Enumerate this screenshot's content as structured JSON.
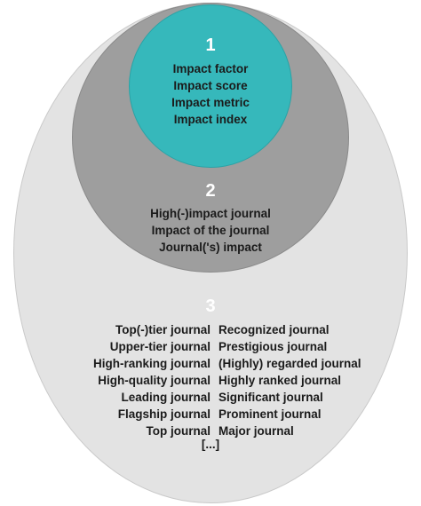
{
  "colors": {
    "outer_fill": "#e3e3e3",
    "middle_fill": "#9e9e9e",
    "inner_fill": "#36b8bb",
    "number_text": "#ffffff",
    "body_text": "#1b1b1b"
  },
  "levels": [
    {
      "number": "1",
      "terms": [
        "Impact factor",
        "Impact score",
        "Impact metric",
        "Impact index"
      ]
    },
    {
      "number": "2",
      "terms": [
        "High(-)impact journal",
        "Impact of the journal",
        "Journal('s) impact"
      ]
    },
    {
      "number": "3",
      "terms_left": [
        "Top(-)tier journal",
        "Upper-tier journal",
        "High-ranking journal",
        "High-quality journal",
        "Leading journal",
        "Flagship journal",
        "Top journal"
      ],
      "terms_right": [
        "Recognized journal",
        "Prestigious journal",
        "(Highly) regarded journal",
        "Highly ranked journal",
        "Significant journal",
        "Prominent journal",
        "Major journal"
      ],
      "ellipsis": "[...]"
    }
  ]
}
